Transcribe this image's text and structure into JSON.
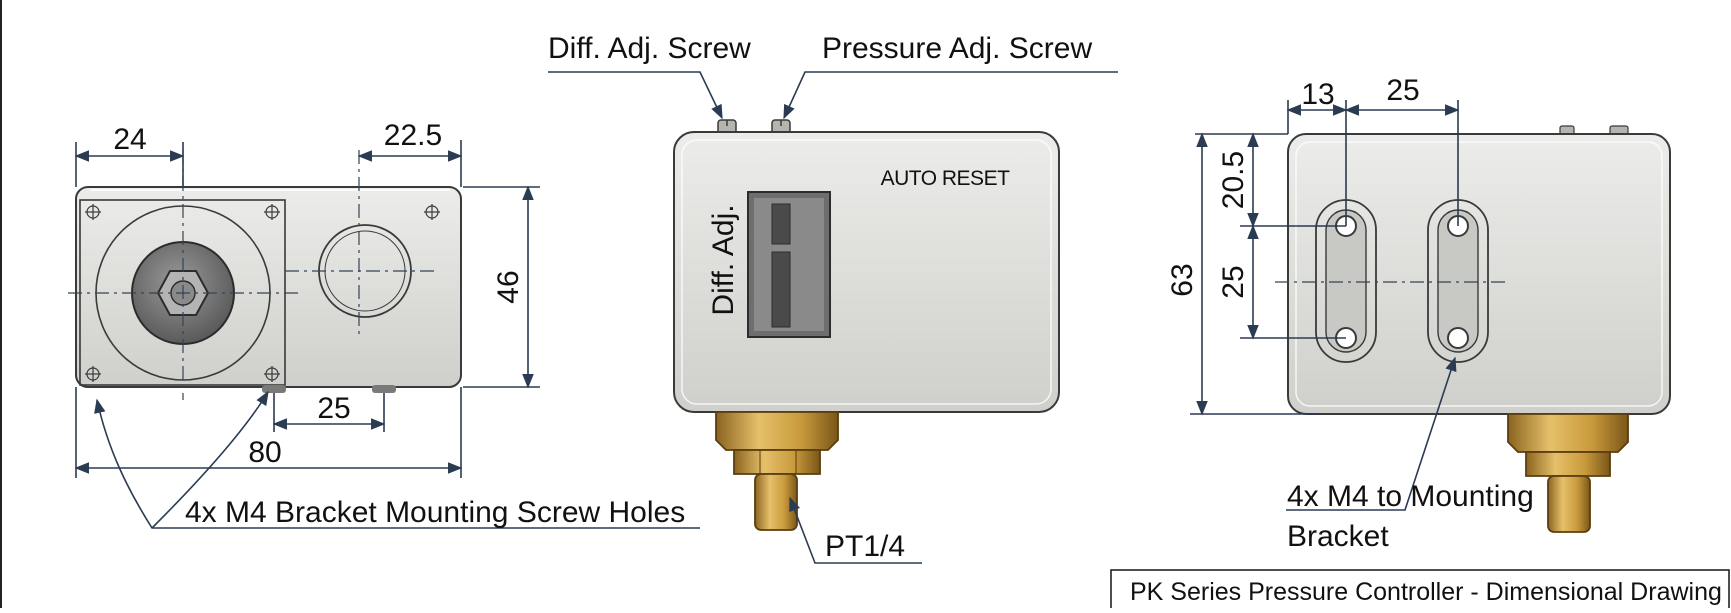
{
  "title_block": {
    "text": "PK Series Pressure Controller - Dimensional Drawing"
  },
  "labels": {
    "diff_adj_screw": "Diff. Adj. Screw",
    "pressure_adj_screw": "Pressure Adj. Screw",
    "auto_reset": "AUTO RESET",
    "diff_adj": "Diff. Adj.",
    "bracket_holes": "4x M4 Bracket Mounting Screw Holes",
    "pt": "PT1/4",
    "m4_mount_line1": "4x M4 to Mounting",
    "m4_mount_line2": "Bracket"
  },
  "dimensions": {
    "d24": "24",
    "d22_5": "22.5",
    "d46": "46",
    "d25_bottom": "25",
    "d80": "80",
    "d13": "13",
    "d25_top": "25",
    "d20_5": "20.5",
    "d25_side": "25",
    "d63": "63"
  },
  "colors": {
    "housing": "#dcdcd8",
    "housing_edge": "#3a3a3a",
    "brass": "#c9a14a",
    "dimension_line": "#2a3b52",
    "window": "#8a8a8a"
  }
}
